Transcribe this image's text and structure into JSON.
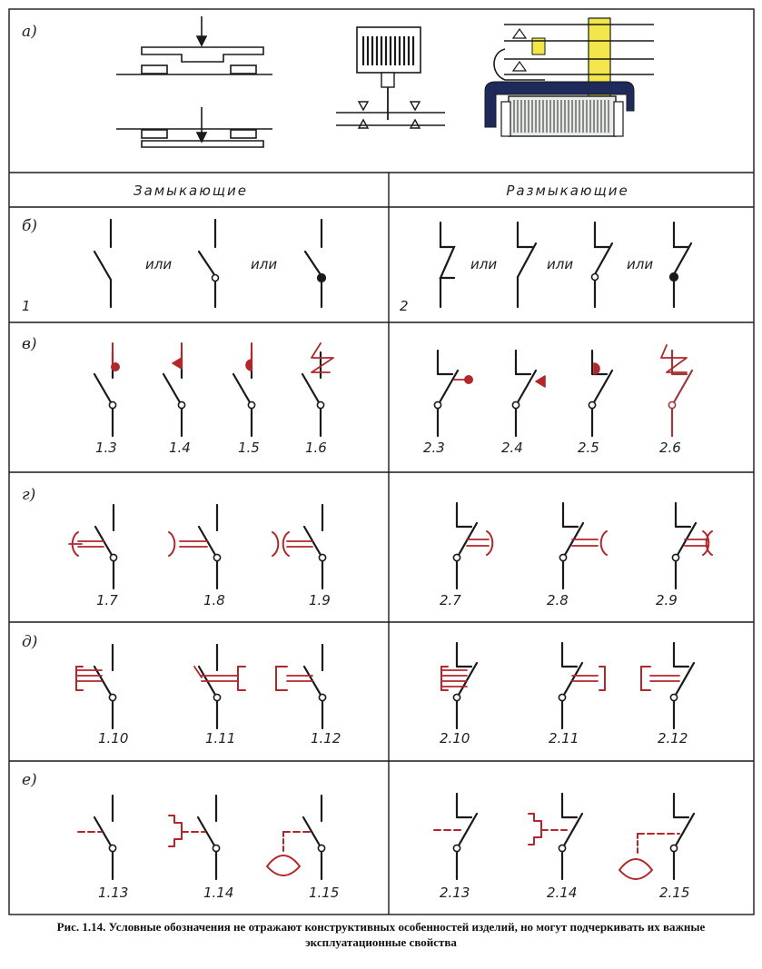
{
  "headers": {
    "closing": "Замыкающие",
    "opening": "Размыкающие"
  },
  "sections": {
    "a": "а)",
    "b": "б)",
    "v": "в)",
    "g": "г)",
    "d": "д)",
    "e": "е)"
  },
  "row_b": {
    "closing_number": "1",
    "opening_number": "2",
    "or_word": "или"
  },
  "row_v": {
    "closing": [
      "1.3",
      "1.4",
      "1.5",
      "1.6"
    ],
    "opening": [
      "2.3",
      "2.4",
      "2.5",
      "2.6"
    ]
  },
  "row_g": {
    "closing": [
      "1.7",
      "1.8",
      "1.9"
    ],
    "opening": [
      "2.7",
      "2.8",
      "2.9"
    ]
  },
  "row_d": {
    "closing": [
      "1.10",
      "1.11",
      "1.12"
    ],
    "opening": [
      "2.10",
      "2.11",
      "2.12"
    ]
  },
  "row_e": {
    "closing": [
      "1.13",
      "1.14",
      "1.15"
    ],
    "opening": [
      "2.13",
      "2.14",
      "2.15"
    ]
  },
  "caption": "Рис. 1.14. Условные обозначения не отражают конструктивных особенностей изделий, но могут подчеркивать их важные эксплуатационные свойства",
  "colors": {
    "ink": "#1a1a1a",
    "accent": "#b3262b",
    "yellow": "#f2e64a",
    "blue": "#1e2a5a"
  }
}
